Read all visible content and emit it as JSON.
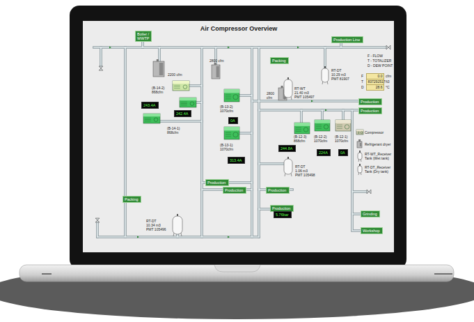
{
  "diagram": {
    "title": "Air Compressor Overview",
    "nodes": [
      {
        "text": [
          "Boiler / WWTP"
        ]
      },
      {
        "text": [
          "Production Line"
        ]
      },
      {
        "text": [
          "Packing"
        ]
      },
      {
        "text": [
          "243.4A"
        ]
      },
      {
        "text": [
          "242.4A"
        ]
      },
      {
        "text": [
          "0A"
        ]
      },
      {
        "text": [
          "313.4A"
        ]
      },
      {
        "text": [
          "0.0"
        ]
      },
      {
        "text": [
          "837292517"
        ]
      },
      {
        "text": [
          "28.6"
        ]
      },
      {
        "text": [
          "Production"
        ]
      },
      {
        "text": [
          "Production"
        ]
      },
      {
        "text": [
          "244.8A"
        ]
      },
      {
        "text": [
          "224A"
        ]
      },
      {
        "text": [
          "0A"
        ]
      },
      {
        "text": [
          "Production"
        ]
      },
      {
        "text": [
          "Production"
        ]
      },
      {
        "text": [
          "Production"
        ]
      },
      {
        "text": [
          "Production"
        ]
      },
      {
        "text": [
          "5.76bar"
        ]
      },
      {
        "text": [
          "Packing"
        ]
      },
      {
        "text": [
          "Grinding"
        ]
      },
      {
        "text": [
          "Workshop"
        ]
      }
    ],
    "labels": [
      "2800 cfm",
      "2200 cfm",
      "(B-14-2)",
      "868cfm",
      "(B-14-1)",
      "868cfm",
      "(B-13-2)",
      "1070cfm",
      "(B-13-1)",
      "1070cfm",
      "2800 cfm",
      "RT-WT",
      "21.40 m3",
      "PMT 105497",
      "RT-DT",
      "10.29 m3",
      "PMT 81907",
      "F - FLOW",
      "T - TOTALIZER",
      "D - DEW POINT",
      "F",
      "T",
      "D",
      "cfm",
      "ft3",
      "°C",
      "(B-12-3)",
      "868cfm",
      "(B-12-2)",
      "1070cfm",
      "(B-12-1)",
      "1070cfm",
      "RT-DT",
      "1.06 m3",
      "PMT 105498",
      "RT-DT",
      "10.34 m3",
      "PMT 105496"
    ],
    "legend": [
      {
        "text": "Compressor"
      },
      {
        "text": "Refrigerant dryer"
      },
      {
        "text": "RT-WT_Receiver Tank (Wet tank)"
      },
      {
        "text": "RT-DT_Receiver Tank (Dry tank)"
      }
    ]
  }
}
